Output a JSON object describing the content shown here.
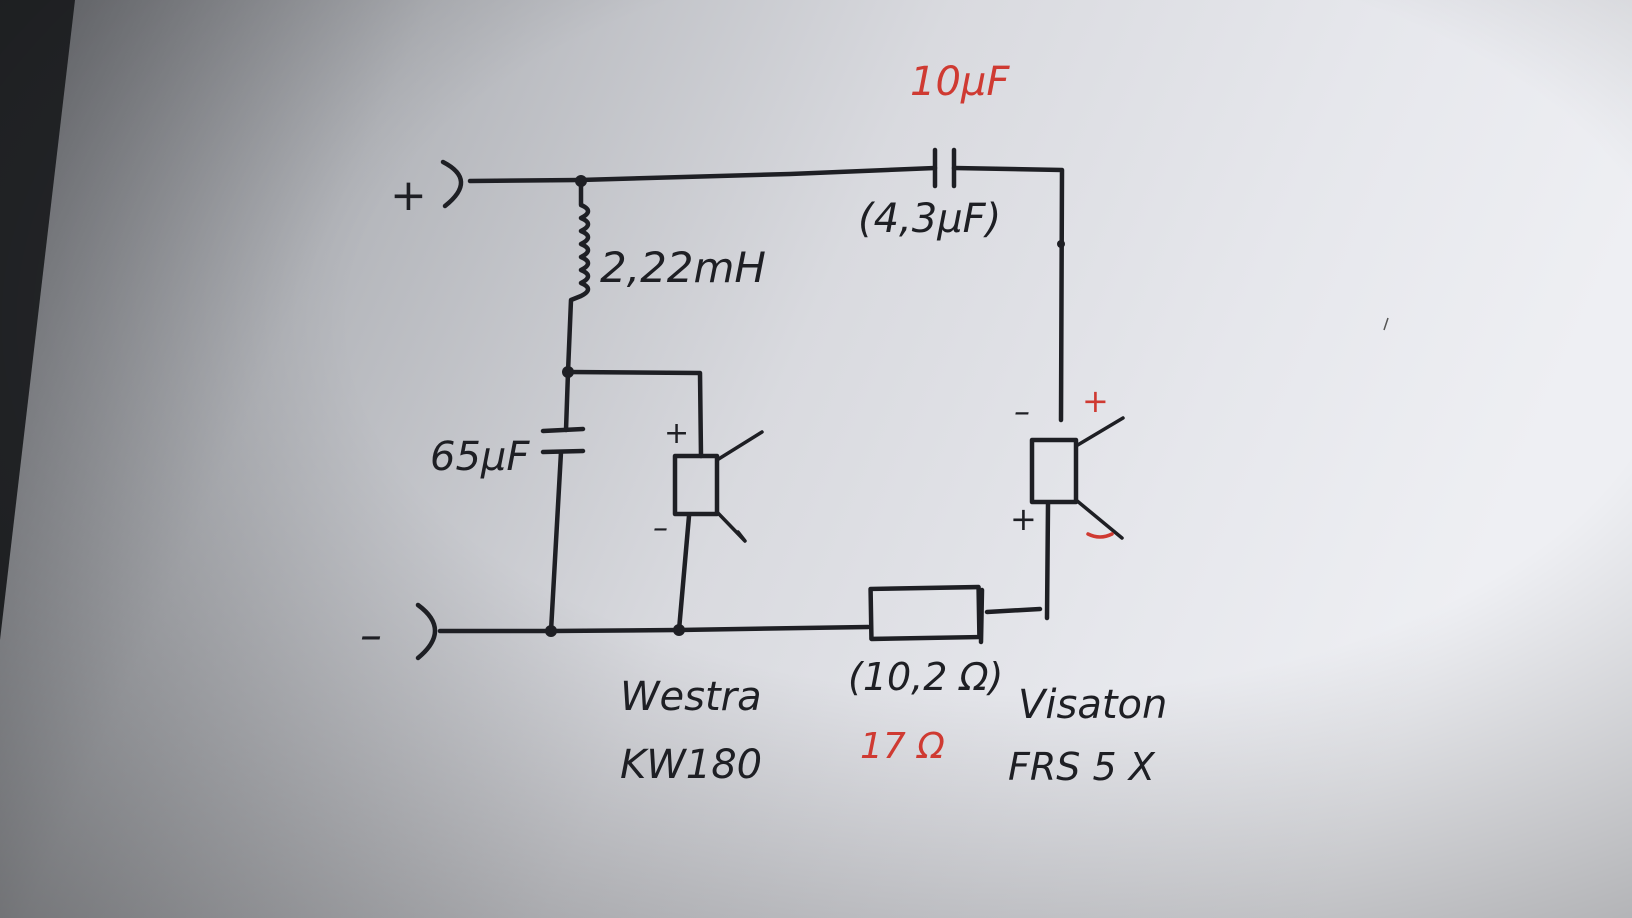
{
  "diagram": {
    "labels": {
      "plus_terminal": "+",
      "minus_terminal": "–",
      "inductor_value": "2,22mH",
      "cap_left_value": "65μF",
      "cap_top_value_red": "10μF",
      "cap_top_value_paren": "(4,3μF)",
      "resistor_value_paren": "(10,2 Ω)",
      "resistor_value_red": "17 Ω",
      "woofer_name_line1": "Westra",
      "woofer_name_line2": "KW180",
      "fullrange_name_line1": "Visaton",
      "fullrange_name_line2": "FRS 5 X",
      "woofer_plus": "+",
      "woofer_minus": "–",
      "fullrange_minus": "–",
      "fullrange_plus": "+",
      "fullrange_plus_red": "+",
      "fullrange_minus_red": "–"
    },
    "colors": {
      "ink": "#1e1f24",
      "red_ink": "#cf3a32",
      "paper_light": "#e9eaef",
      "paper_shadow": "#8f9196"
    }
  }
}
